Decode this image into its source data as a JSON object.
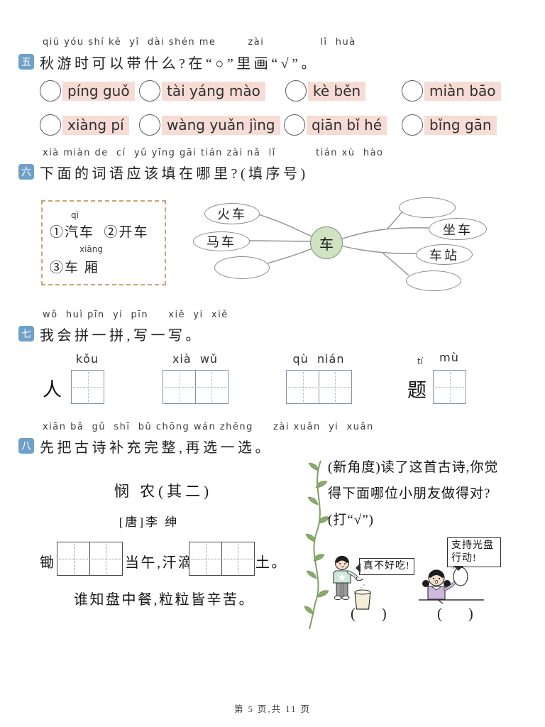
{
  "colors": {
    "badge_blue": "#6fa0c8",
    "option_pink": "#f6dcd4",
    "map_center_green": "#cfe2c2",
    "vine_green": "#7fa065",
    "boy_shirt_teal": "#cfe8dc",
    "girl_dress_purple": "#cdb9e0"
  },
  "s5": {
    "badge": "五",
    "pinyin": "qiū yóu shí kě  yǐ  dài shén me        zài              lǐ  huà",
    "title": "秋游时可以带什么?在“○”里画“√”。",
    "options": [
      {
        "label": "píng guǒ"
      },
      {
        "label": "tài yáng mào"
      },
      {
        "label": "kè běn"
      },
      {
        "label": "miàn bāo"
      },
      {
        "label": "xiàng pí"
      },
      {
        "label": "wàng yuǎn jìng"
      },
      {
        "label": "qiān bǐ hé"
      },
      {
        "label": "bǐng gān"
      }
    ]
  },
  "s6": {
    "badge": "六",
    "pinyin": "xià miàn de  cí  yǔ yīng gāi tián zài nǎ  lǐ          tián xù  hào",
    "title": "下面的词语应该填在哪里?(填序号)",
    "word_box": {
      "pinyin1": "qì",
      "line1": "①汽车  ②开车",
      "pinyin2": "xiāng",
      "line2": "③车 厢"
    },
    "map": {
      "center": "车",
      "left_top": "火车",
      "left_mid": "马车",
      "right_top2": "坐车",
      "right_mid": "车站"
    }
  },
  "s7": {
    "badge": "七",
    "pinyin": "wǒ  huì pīn  yi  pīn     xiě  yi  xiě",
    "title": "我会拼一拼,写一写。",
    "items": [
      {
        "hanzi": "人",
        "pinyin": "kǒu"
      },
      {
        "pinyin": "xià  wǔ"
      },
      {
        "pinyin": "qù  nián"
      },
      {
        "pinyin_side": "tí",
        "hanzi": "题",
        "pinyin": "mù"
      }
    ]
  },
  "s8": {
    "badge": "八",
    "pinyin": "xiān bǎ  gǔ  shī  bǔ chōng wán zhěng     zài xuǎn  yi  xuǎn",
    "title": "先把古诗补充完整,再选一选。",
    "poem": {
      "title": "悯  农(其二)",
      "author": "[唐]李  绅",
      "line1_a": "锄",
      "line1_b": "当午,汗滴",
      "line1_c": "土。",
      "line2": "谁知盘中餐,粒粒皆辛苦。"
    },
    "question": "(新角度)读了这首古诗,你觉得下面哪位小朋友做得对?(打“√”)",
    "bubble_boy": "真不好吃!",
    "bubble_girl": "支持光盘行动!",
    "answer_paren": "(       )"
  },
  "footer": "第 5 页,共 11 页"
}
